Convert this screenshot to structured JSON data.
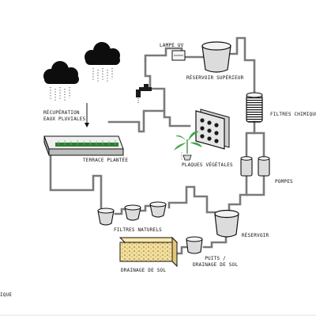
{
  "diagram": {
    "labels": {
      "lampe_uv": "LAMPE UV",
      "reservoir_superieur": "RÉSERVOIR SUPÉRIEUR",
      "filtres_chimiques": "FILTRES CHIMIQUES",
      "recuperation": "RÉCUPÉRATION\nEAUX PLUVIALES",
      "terrace_plantee": "TERRACE PLANTÉE",
      "plaques_vegetales": "PLAQUES VÉGÉTALES",
      "pompes": "POMPES",
      "filtres_naturels": "FILTRES NATURELS",
      "reservoir": "RÉSERVOIR",
      "puits": "PUITS /\nDRAINAGE DE SOL",
      "drainage_de_sol": "DRAINAGE DE SOL",
      "footer": "IQUE"
    },
    "colors": {
      "pipe": "#7a7a7a",
      "outline": "#111111",
      "cloud": "#0d0d0d",
      "tank_fill": "#dcdcdc",
      "soil_fill": "#f3df9b",
      "plant_green": "#3fa64a",
      "terrace_fill": "#d9d9d9"
    }
  }
}
